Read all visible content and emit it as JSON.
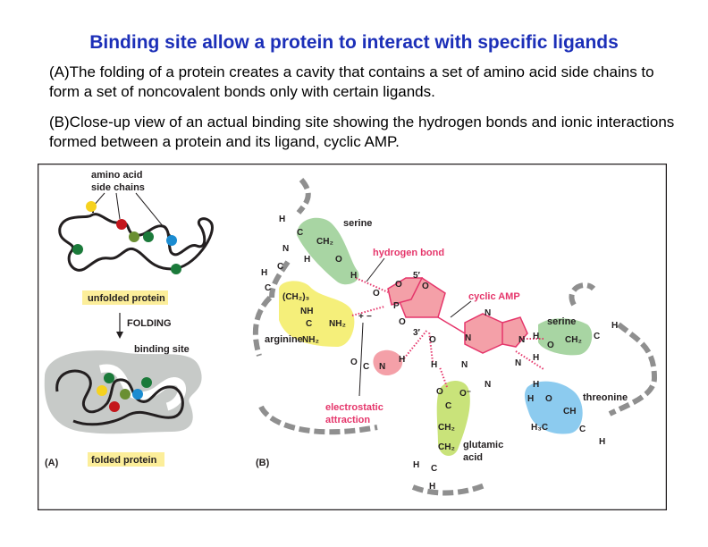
{
  "title": "Binding site allow a protein to interact with specific ligands",
  "paragraphs": {
    "a": "(A)The folding of a protein creates a cavity that contains a set of amino acid side chains to form a set of noncovalent bonds only with certain ligands.",
    "b": "(B)Close-up view of an actual binding site showing the hydrogen bonds and ionic interactions formed between a protein and its ligand, cyclic AMP."
  },
  "panel_a": {
    "label_side_chains_1": "amino acid",
    "label_side_chains_2": "side chains",
    "label_unfolded": "unfolded protein",
    "label_folding": "FOLDING",
    "label_binding_site": "binding site",
    "label_folded": "folded protein",
    "panel_letter": "(A)"
  },
  "panel_b": {
    "panel_letter": "(B)",
    "serine_top": "serine",
    "hydrogen_bond": "hydrogen bond",
    "cyclic_amp": "cyclic AMP",
    "arginine": "arginine",
    "serine_right": "serine",
    "threonine": "threonine",
    "glutamic_1": "glutamic",
    "glutamic_2": "acid",
    "electrostatic_1": "electrostatic",
    "electrostatic_2": "attraction",
    "chem": {
      "H": "H",
      "C": "C",
      "N": "N",
      "O": "O",
      "P": "P",
      "CH2": "CH₂",
      "CH23": "(CH₂)₃",
      "NH": "NH",
      "NH2": "NH₂",
      "CH": "CH",
      "H3C": "H₃C",
      "Ominus": "O⁻",
      "five_prime": "5′",
      "three_prime": "3′",
      "plus": "+",
      "minus": "−"
    }
  },
  "colors": {
    "title": "#1c2fb8",
    "label_bg": "#fcee9a",
    "green": "#a8d5a3",
    "yellow": "#f5ef7a",
    "pink": "#f4a0a8",
    "lime": "#c9e37a",
    "blue": "#8ccbef",
    "hbond": "#e5366b",
    "chain": "#8f8f8f",
    "fold_bg": "#c7cac8"
  }
}
